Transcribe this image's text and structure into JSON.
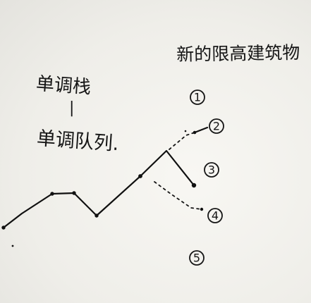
{
  "title": "新的限高建筑物",
  "labels": {
    "top": "单调栈",
    "separator": "|",
    "bottom": "单调队列."
  },
  "marks": [
    "①",
    "②",
    "③",
    "④",
    "⑤"
  ]
}
